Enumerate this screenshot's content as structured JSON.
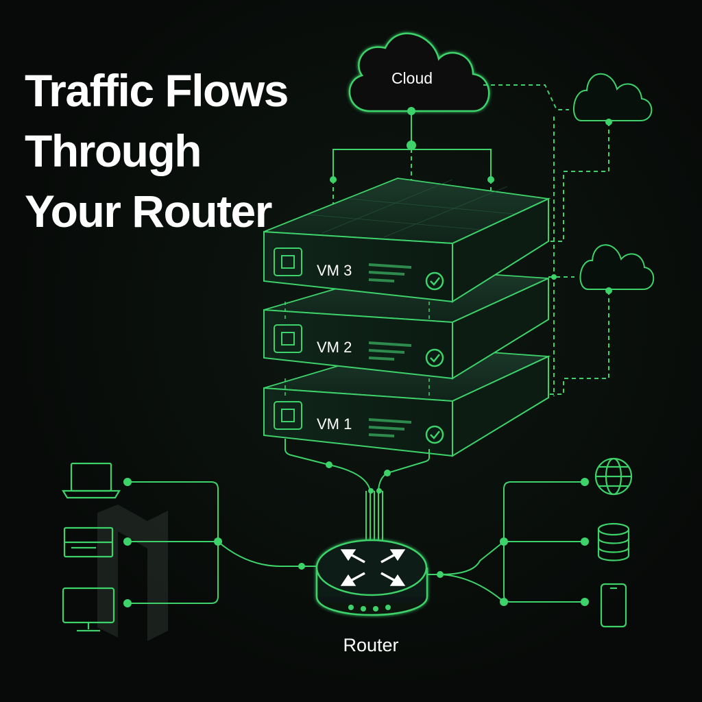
{
  "title": {
    "line1": "Traffic Flows",
    "line2": "Through",
    "line3": "Your Router"
  },
  "cloud": {
    "label": "Cloud"
  },
  "vms": {
    "vm3": "VM 3",
    "vm2": "VM 2",
    "vm1": "VM 1"
  },
  "router": {
    "label": "Router"
  },
  "colors": {
    "accent": "#3ed36a",
    "accent_dim": "#2a8f4a",
    "background": "#080c0a",
    "server_face": "#0f2117",
    "server_top": "#163326",
    "text": "#ffffff"
  },
  "icons": {
    "left_devices": [
      "laptop-icon",
      "server-icon",
      "monitor-icon"
    ],
    "right_devices": [
      "globe-icon",
      "database-icon",
      "smartphone-icon"
    ],
    "vm_chip": "cpu-chip-icon",
    "vm_status": "check-circle-icon",
    "router": "arrows-exchange-icon",
    "watermark": "logo-watermark"
  }
}
